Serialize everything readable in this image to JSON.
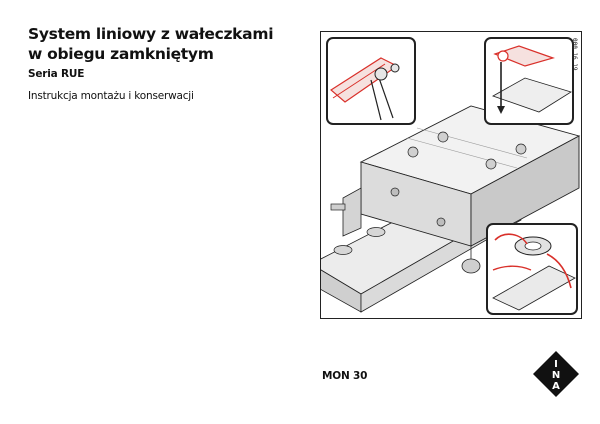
{
  "document": {
    "title_lines": [
      "System liniowy z wałeczkami",
      "w obiegu zamkniętym"
    ],
    "series": "Seria RUE",
    "subtitle": "Instrukcja montażu i konserwacji",
    "doc_number": "MON 30"
  },
  "figure": {
    "code": "000 16 19"
  },
  "logo": {
    "letters": [
      "I",
      "N",
      "A"
    ]
  },
  "colors": {
    "accent": "#d9302a",
    "line": "#222222",
    "metal": "#e3e3e3",
    "metal_dark": "#b9b9b9"
  }
}
